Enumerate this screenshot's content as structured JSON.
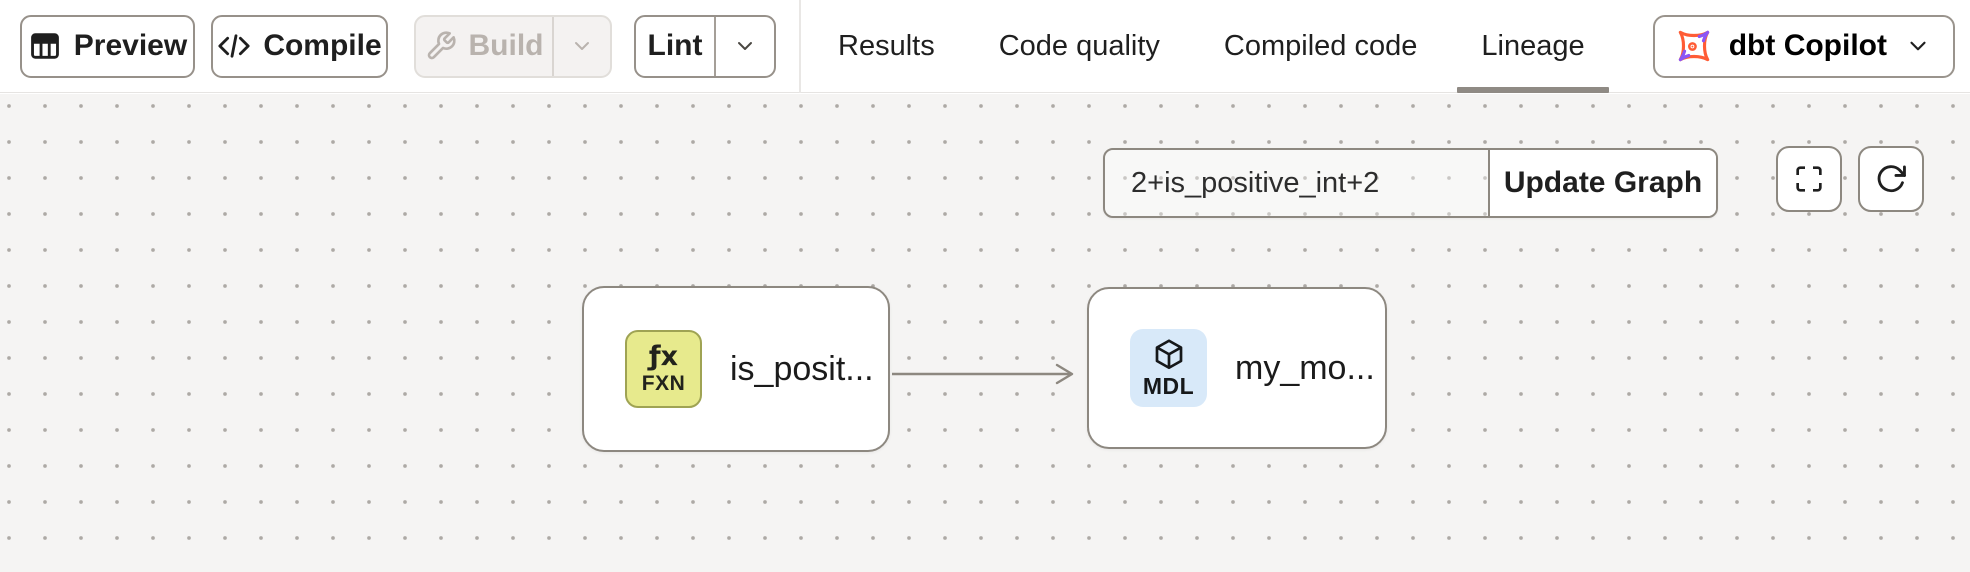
{
  "header": {
    "buttons": {
      "preview": {
        "label": "Preview"
      },
      "compile": {
        "label": "Compile"
      },
      "build": {
        "label": "Build",
        "disabled": true
      },
      "lint": {
        "label": "Lint"
      }
    },
    "tabs": [
      {
        "label": "Results",
        "active": false
      },
      {
        "label": "Code quality",
        "active": false
      },
      {
        "label": "Compiled code",
        "active": false
      },
      {
        "label": "Lineage",
        "active": true
      }
    ],
    "copilot": {
      "label": "dbt Copilot"
    }
  },
  "lineage": {
    "selector": {
      "value": "2+is_positive_int+2"
    },
    "update_graph": {
      "label": "Update Graph"
    },
    "graph": {
      "nodes": [
        {
          "type": "function",
          "badge_symbol": "ƒx",
          "badge": "FXN",
          "label": "is_posit..."
        },
        {
          "type": "model",
          "badge": "MDL",
          "label": "my_mo..."
        }
      ],
      "edges": [
        {
          "from": 0,
          "to": 1
        }
      ]
    }
  },
  "colors": {
    "canvas_bg": "#f5f4f3",
    "canvas_dot": "#ada9a5",
    "node_border": "#8d8880",
    "edge": "#8d8880",
    "function_badge_bg": "#e7ea8d",
    "function_badge_border": "#9fa353",
    "model_badge_bg": "#d8e9f9",
    "tab_underline": "#8f8a84",
    "dbt_orange": "#ff5c35",
    "dbt_purple": "#8b55f6",
    "disabled_text": "#b9b3ae"
  }
}
